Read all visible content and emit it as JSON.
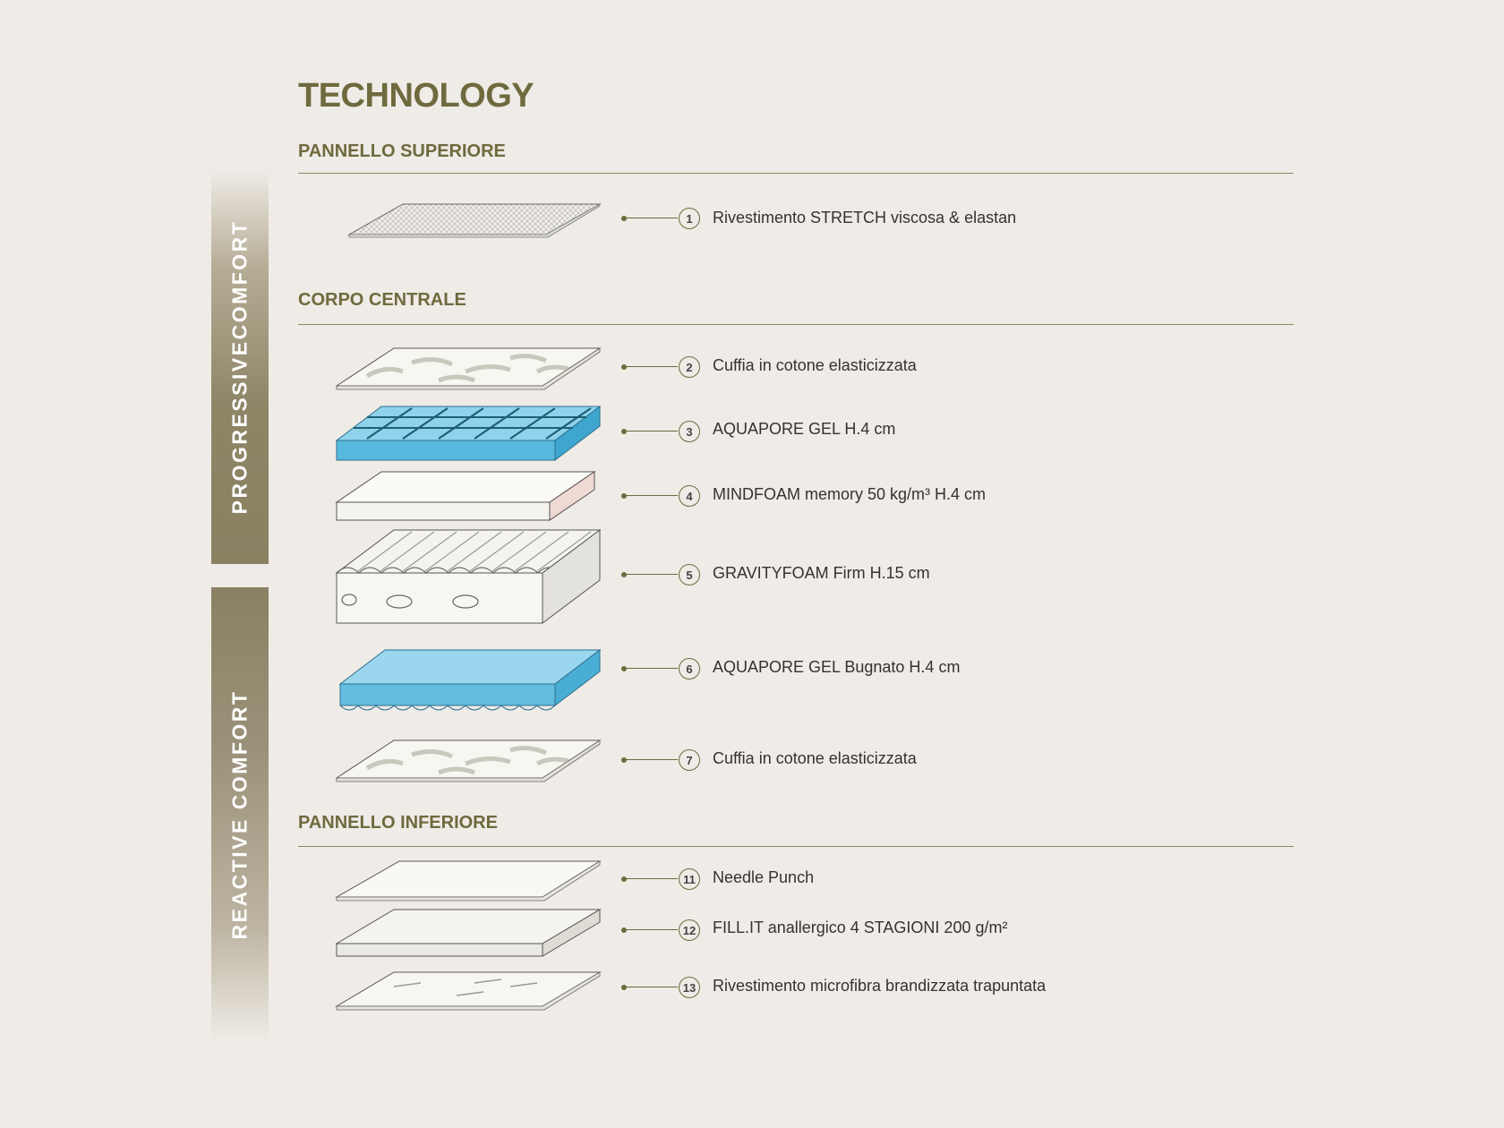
{
  "title": "TECHNOLOGY",
  "sections": {
    "top": "PANNELLO SUPERIORE",
    "middle": "CORPO CENTRALE",
    "bottom": "PANNELLO INFERIORE"
  },
  "bands": {
    "top": "PROGRESSIVECOMFORT",
    "bottom": "REACTIVE COMFORT"
  },
  "layers": [
    {
      "num": "1",
      "label": "Rivestimento STRETCH viscosa & elastan"
    },
    {
      "num": "2",
      "label": "Cuffia in cotone elasticizzata"
    },
    {
      "num": "3",
      "label": "AQUAPORE GEL H.4 cm"
    },
    {
      "num": "4",
      "label": "MINDFOAM memory 50 kg/m³ H.4 cm"
    },
    {
      "num": "5",
      "label": "GRAVITYFOAM Firm H.15 cm"
    },
    {
      "num": "6",
      "label": "AQUAPORE GEL Bugnato H.4 cm"
    },
    {
      "num": "7",
      "label": "Cuffia in cotone elasticizzata"
    },
    {
      "num": "11",
      "label": "Needle Punch"
    },
    {
      "num": "12",
      "label": "FILL.IT anallergico 4 STAGIONI 200 g/m²"
    },
    {
      "num": "13",
      "label": "Rivestimento microfibra brandizzata trapuntata"
    }
  ],
  "colors": {
    "accent": "#6e6a3e",
    "background": "#efebe6",
    "gel": "#5bbde0"
  }
}
